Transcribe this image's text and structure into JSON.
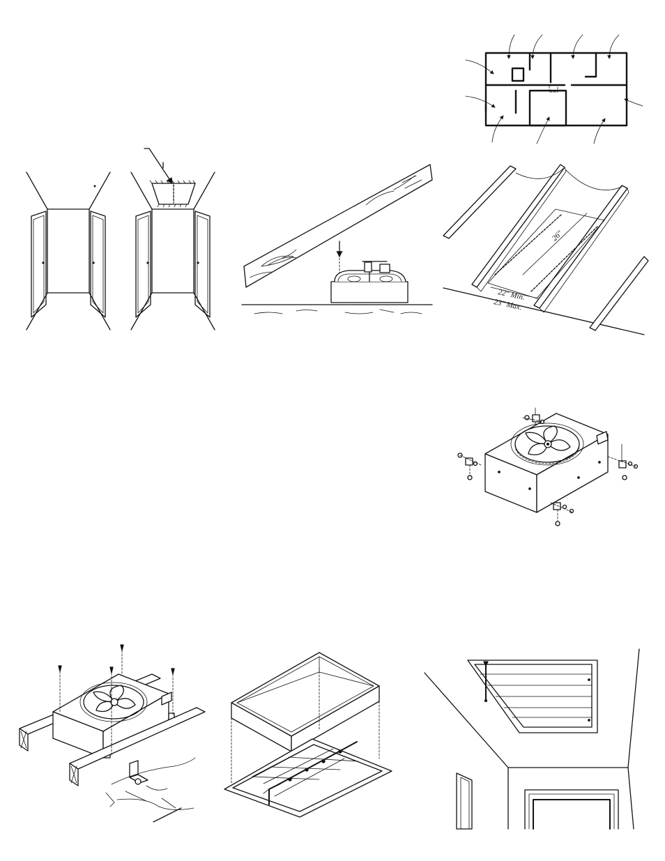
{
  "figures": {
    "rafter_spacing": {
      "dimension_length": "26\"",
      "dimension_min": "22\" Min.",
      "dimension_max": "23\" Max."
    }
  },
  "colors": {
    "line": "#111111",
    "paper": "#ffffff"
  }
}
